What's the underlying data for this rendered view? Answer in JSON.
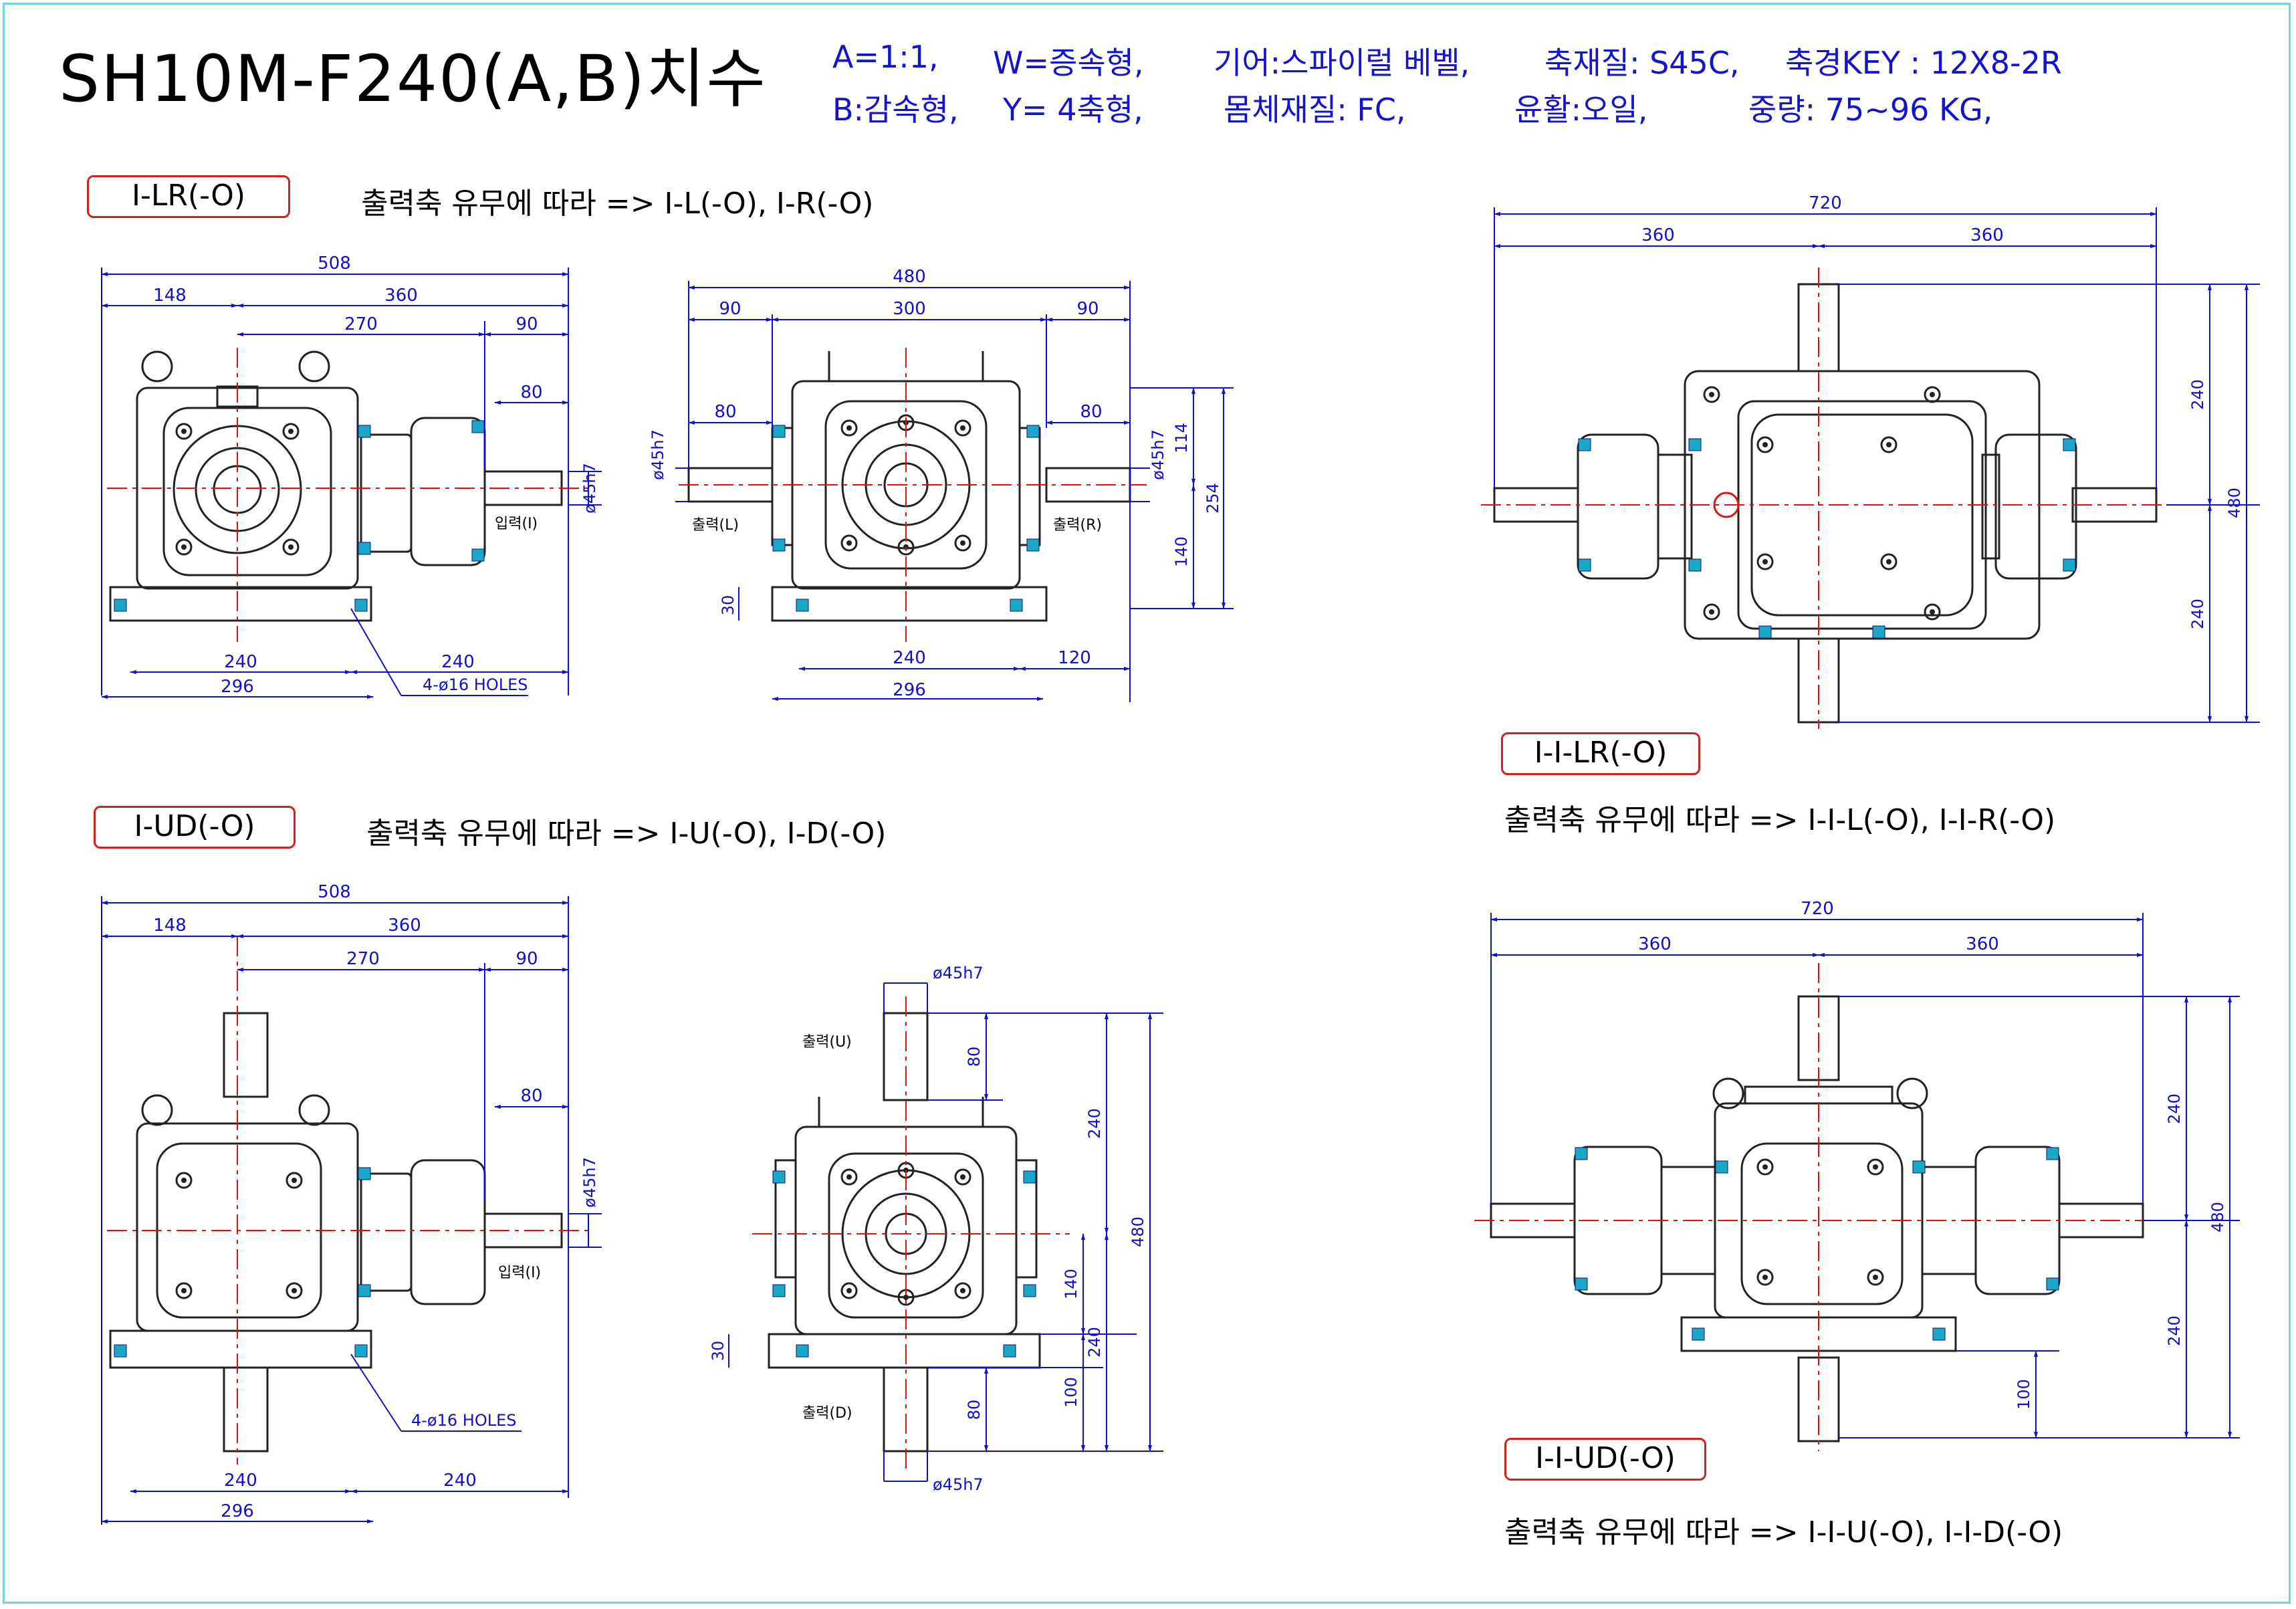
{
  "title": "SH10M-F240(A,B)치수",
  "specs": {
    "line1": [
      "A=1:1,",
      "W=증속형,",
      "기어:스파이럴 베벨,",
      "축재질: S45C,",
      "축경KEY : 12X8-2R"
    ],
    "line2": [
      "B:감속형,",
      "Y= 4축형,",
      "몸체재질: FC,",
      "윤활:오일,",
      "중량: 75~96 KG,"
    ]
  },
  "sections": {
    "lr": {
      "tag": "I-LR(-O)",
      "note": "출력축 유무에 따라 => I-L(-O), I-R(-O)"
    },
    "ud": {
      "tag": "I-UD(-O)",
      "note": "출력축 유무에 따라 => I-U(-O), I-D(-O)"
    },
    "ilr": {
      "tag": "I-I-LR(-O)",
      "note": "출력축 유무에 따라 => I-I-L(-O), I-I-R(-O)"
    },
    "iud": {
      "tag": "I-I-UD(-O)",
      "note": "출력축 유무에 따라 => I-I-U(-O), I-I-D(-O)"
    }
  },
  "labels": {
    "input": "입력(I)",
    "out_l": "출력(L)",
    "out_r": "출력(R)",
    "out_u": "출력(U)",
    "out_d": "출력(D)",
    "holes": "4-ø16 HOLES",
    "shaft": "ø45h7"
  },
  "dims": {
    "d508": "508",
    "d148": "148",
    "d360": "360",
    "d270": "270",
    "d90": "90",
    "d80": "80",
    "d240": "240",
    "d296": "296",
    "d480": "480",
    "d300": "300",
    "d120": "120",
    "d114": "114",
    "d254": "254",
    "d140": "140",
    "d30": "30",
    "d720": "720",
    "d100": "100"
  },
  "colors": {
    "dim": "#1010c8",
    "center": "#e01010",
    "body": "#222222",
    "bolt": "#1aa8c8",
    "border": "#6fd6d0"
  }
}
